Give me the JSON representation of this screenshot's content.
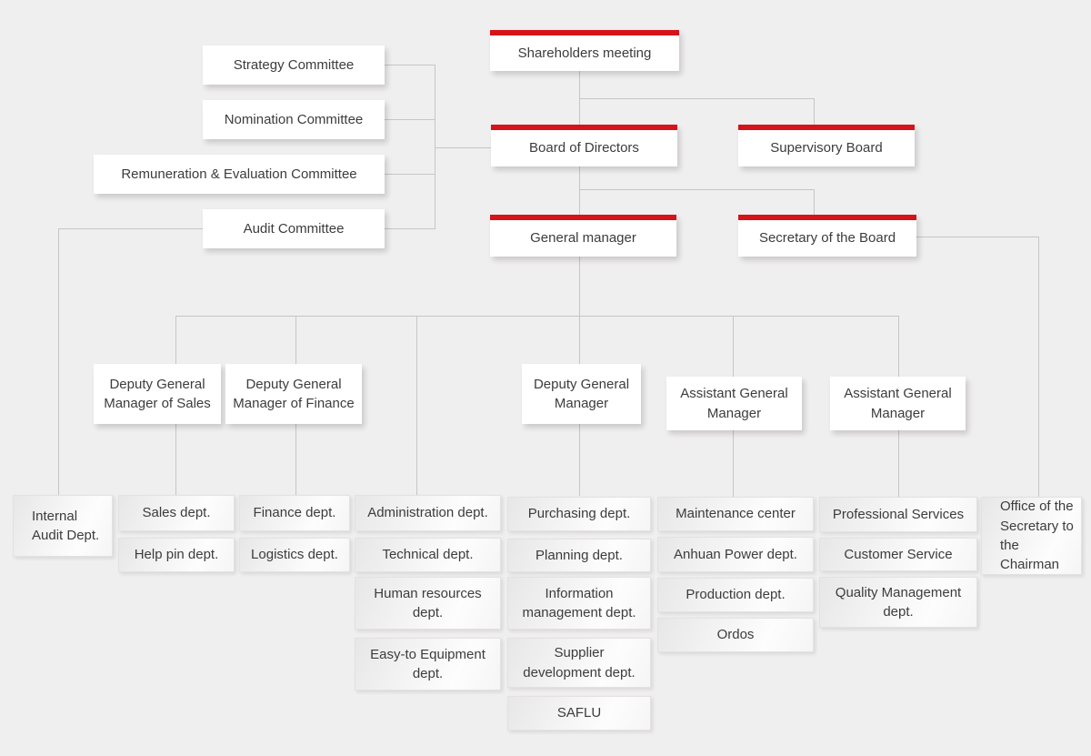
{
  "colors": {
    "background": "#f0efef",
    "accent_red": "#d5131a",
    "line": "#c6c6c6",
    "text": "#3c3c3c"
  },
  "nodes": {
    "shareholders": {
      "label": "Shareholders meeting"
    },
    "board": {
      "label": "Board of Directors"
    },
    "supervisory": {
      "label": "Supervisory Board"
    },
    "general_manager": {
      "label": "General manager"
    },
    "secretary": {
      "label": "Secretary of the Board"
    },
    "strategy": {
      "label": "Strategy Committee"
    },
    "nomination": {
      "label": "Nomination Committee"
    },
    "remuneration": {
      "label": "Remuneration & Evaluation Committee"
    },
    "audit": {
      "label": "Audit Committee"
    },
    "dgm_sales": {
      "label": "Deputy General Manager of Sales"
    },
    "dgm_finance": {
      "label": "Deputy General Manager of Finance"
    },
    "dgm": {
      "label": "Deputy General Manager"
    },
    "agm1": {
      "label": "Assistant General Manager"
    },
    "agm2": {
      "label": "Assistant General Manager"
    },
    "internal_audit": {
      "label": "Internal\nAudit Dept."
    },
    "sales": {
      "label": "Sales dept."
    },
    "help_pin": {
      "label": "Help pin dept."
    },
    "finance": {
      "label": "Finance dept."
    },
    "logistics": {
      "label": "Logistics dept."
    },
    "administration": {
      "label": "Administration dept."
    },
    "technical": {
      "label": "Technical dept."
    },
    "human_resources": {
      "label": "Human resources dept."
    },
    "easy_to": {
      "label": "Easy-to Equipment dept."
    },
    "purchasing": {
      "label": "Purchasing dept."
    },
    "planning": {
      "label": "Planning dept."
    },
    "info_mgmt": {
      "label": "Information management dept."
    },
    "supplier_dev": {
      "label": "Supplier development dept."
    },
    "saflu": {
      "label": "SAFLU"
    },
    "maintenance": {
      "label": "Maintenance center"
    },
    "anhuan": {
      "label": "Anhuan Power dept."
    },
    "production": {
      "label": "Production dept."
    },
    "ordos": {
      "label": "Ordos"
    },
    "professional": {
      "label": "Professional Services"
    },
    "customer": {
      "label": "Customer Service"
    },
    "quality": {
      "label": "Quality Management dept."
    },
    "office_secretary": {
      "label": "Office of the\nSecretary to\nthe Chairman"
    }
  }
}
